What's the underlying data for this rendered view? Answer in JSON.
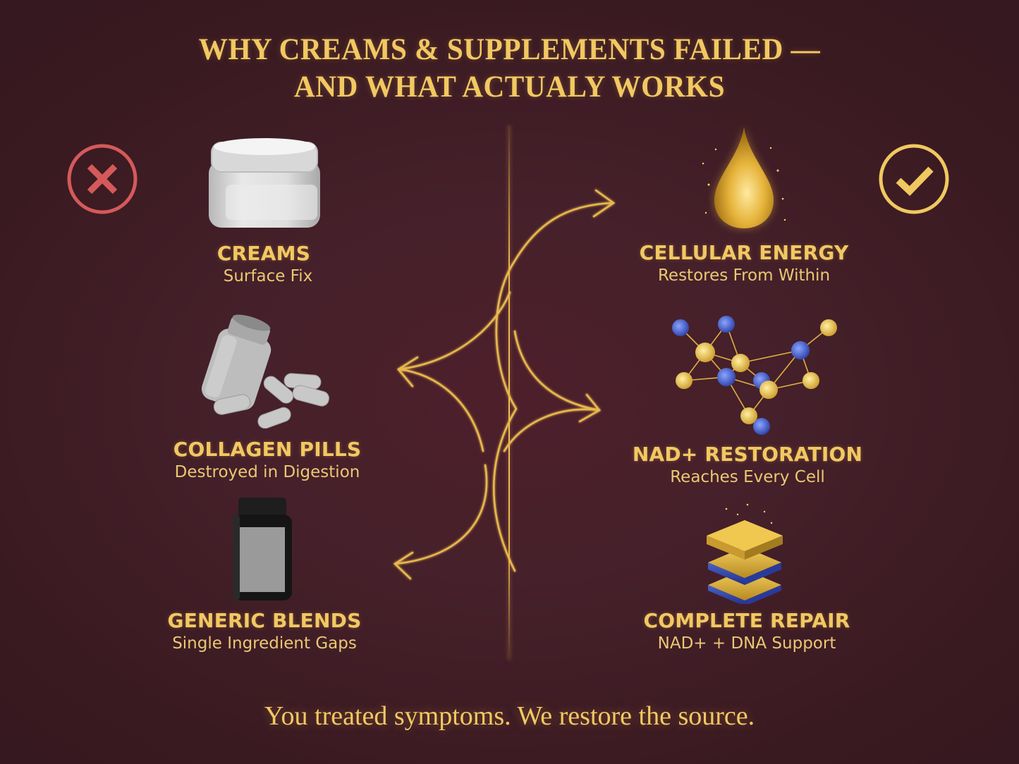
{
  "header": {
    "title_line1": "WHY CREAMS & SUPPLEMENTS FAILED —",
    "title_line2": "AND WHAT ACTUALY WORKS"
  },
  "colors": {
    "background": "#3b1a21",
    "background_center": "#4d1f2b",
    "gold_text": "#f2c862",
    "fail_red": "#d45a5a",
    "success_gold": "#f0c860"
  },
  "left_column": {
    "status_icon": "x-circle-icon",
    "items": [
      {
        "name": "CREAMS",
        "desc": "Surface Fix",
        "icon": "cream-jar-icon"
      },
      {
        "name": "COLLAGEN PILLS",
        "desc": "Destroyed in Digestion",
        "icon": "pill-bottle-icon"
      },
      {
        "name": "GENERIC BLENDS",
        "desc": "Single Ingredient Gaps",
        "icon": "supplement-bottle-icon"
      }
    ]
  },
  "right_column": {
    "status_icon": "check-circle-icon",
    "items": [
      {
        "name": "CELLULAR ENERGY",
        "desc": "Restores From Within",
        "icon": "golden-drop-icon"
      },
      {
        "name": "NAD+ RESTORATION",
        "desc": "Reaches Every Cell",
        "icon": "molecule-icon"
      },
      {
        "name": "COMPLETE REPAIR",
        "desc": "NAD+ + DNA Support",
        "icon": "layers-icon"
      }
    ]
  },
  "footer": {
    "tagline": "You treated symptoms. We restore the source."
  }
}
